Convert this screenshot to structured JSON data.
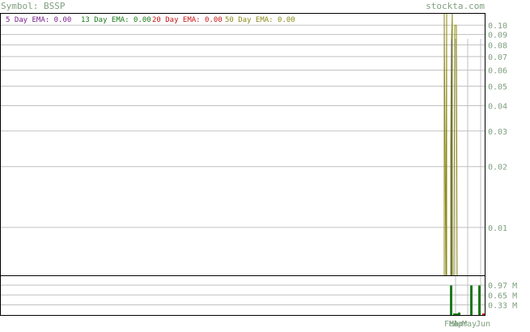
{
  "header": {
    "symbol_text": "Symbol: BSSP",
    "site_text": "stockta.com"
  },
  "legend": [
    {
      "label": "5 Day EMA:",
      "value": "0.00",
      "color": "#7a1f8a"
    },
    {
      "label": "13 Day EMA:",
      "value": "0.00",
      "color": "#1a7a1a"
    },
    {
      "label": "20 Day EMA:",
      "value": "0.00",
      "color": "#c81414"
    },
    {
      "label": "50 Day EMA:",
      "value": "0.00",
      "color": "#8a8a1a"
    }
  ],
  "colors": {
    "frame": "#000000",
    "grid": "#c0c0c0",
    "axis_text": "#7f9f7f",
    "header_text": "#7f9f7f",
    "price_line": "#8a8a1a",
    "candle": "#606060",
    "volume_up": "#1a7a1a",
    "volume_down": "#c81414"
  },
  "chart_data": [
    {
      "type": "line",
      "panel": "price",
      "yscale": "log",
      "ylim": [
        0.0058,
        0.115
      ],
      "yticks": [
        0.1,
        0.09,
        0.08,
        0.07,
        0.06,
        0.05,
        0.04,
        0.03,
        0.02,
        0.01
      ],
      "ytick_labels": [
        "0.10",
        "0.09",
        "0.08",
        "0.07",
        "0.06",
        "0.05",
        "0.04",
        "0.03",
        "0.02",
        "0.01"
      ],
      "x_labels": [
        "Feb",
        "Mar",
        "Apr",
        "May",
        "Jun"
      ],
      "grid": true,
      "series": [
        {
          "label": "50 Day EMA",
          "values": [
            0.0058,
            0.115,
            0.0058,
            0.115,
            0.0058
          ]
        },
        {
          "label": "5 Day EMA",
          "values": [
            0.0058,
            0.0255,
            0.085,
            0.115,
            0.0058
          ]
        },
        {
          "label": "20 Day EMA",
          "values": [
            0.0058,
            0.1,
            0.1,
            0.0058
          ]
        }
      ]
    },
    {
      "type": "bar",
      "panel": "volume",
      "unit": "M",
      "ylim": [
        0,
        1.29
      ],
      "yticks": [
        0.97,
        0.65,
        0.33
      ],
      "ytick_labels": [
        "0.97 M",
        "0.65 M",
        "0.33 M"
      ],
      "values": [
        0,
        0.96,
        0.05,
        0.05,
        0.08,
        0,
        0,
        0.96,
        0,
        0.96,
        0.05
      ]
    }
  ]
}
